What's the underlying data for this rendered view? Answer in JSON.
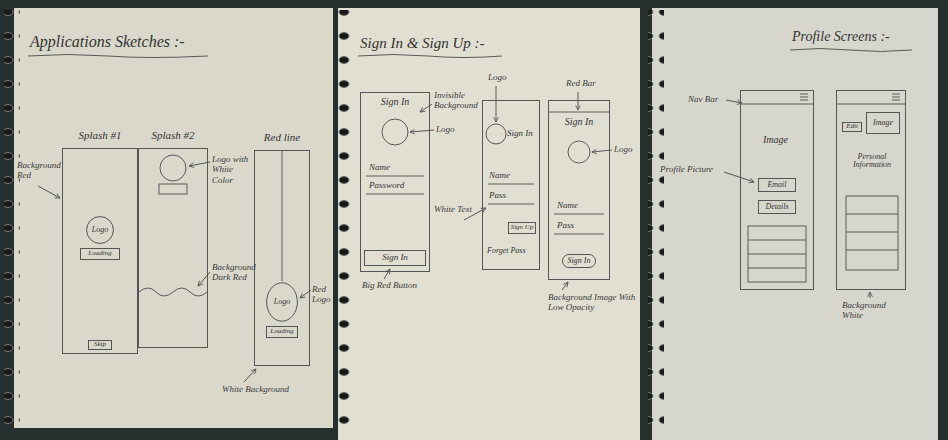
{
  "diagram": {
    "nodes": [
      {
        "text": [
          "Applications Sketches :-"
        ]
      },
      {
        "text": [
          "Splash #1"
        ],
        "in": 0
      },
      {
        "text": [
          "Logo"
        ],
        "in": 1
      },
      {
        "text": [
          "Loading"
        ],
        "in": 1
      },
      {
        "text": [
          "Skip"
        ],
        "in": 1
      },
      {
        "text": [
          "Splash #2"
        ],
        "in": 0
      },
      {
        "text": [
          "Red line"
        ],
        "in": 0
      },
      {
        "text": [
          "Logo"
        ],
        "in": 6
      },
      {
        "text": [
          "Loading"
        ],
        "in": 6
      },
      {
        "text": [
          "Sign In & Sign Up :-"
        ]
      },
      {
        "text": [
          "Sign In",
          "Name",
          "Password"
        ],
        "in": 9
      },
      {
        "text": [
          "Sign In"
        ],
        "in": 10
      },
      {
        "text": [
          "Sign In",
          "Name",
          "Pass",
          "Forget Pass"
        ],
        "in": 9
      },
      {
        "text": [
          "Sign Up"
        ],
        "in": 12
      },
      {
        "text": [
          "Sign In",
          "Name",
          "Pass"
        ],
        "in": 9
      },
      {
        "text": [
          "Sign In"
        ],
        "in": 14
      },
      {
        "text": [
          "Profile Screens :-"
        ]
      },
      {
        "text": [
          "Image"
        ],
        "in": 16
      },
      {
        "text": [
          "Email"
        ],
        "in": 17
      },
      {
        "text": [
          "Details"
        ],
        "in": 17
      },
      {
        "text": [
          "Personal Information"
        ],
        "in": 16
      },
      {
        "text": [
          "Image"
        ],
        "in": 20
      },
      {
        "text": [
          "Edit"
        ],
        "in": 20
      }
    ],
    "labels": [
      "Background Red",
      "Logo with White Color",
      "Background Dark Red",
      "Red Logo",
      "White Background",
      "Invisible Background",
      "Logo",
      "Big Red Button",
      "Logo",
      "White Text",
      "Red Bar",
      "Logo",
      "Background Image With Low Opacity",
      "Nav Bar",
      "Profile Picture",
      "Background White"
    ]
  }
}
